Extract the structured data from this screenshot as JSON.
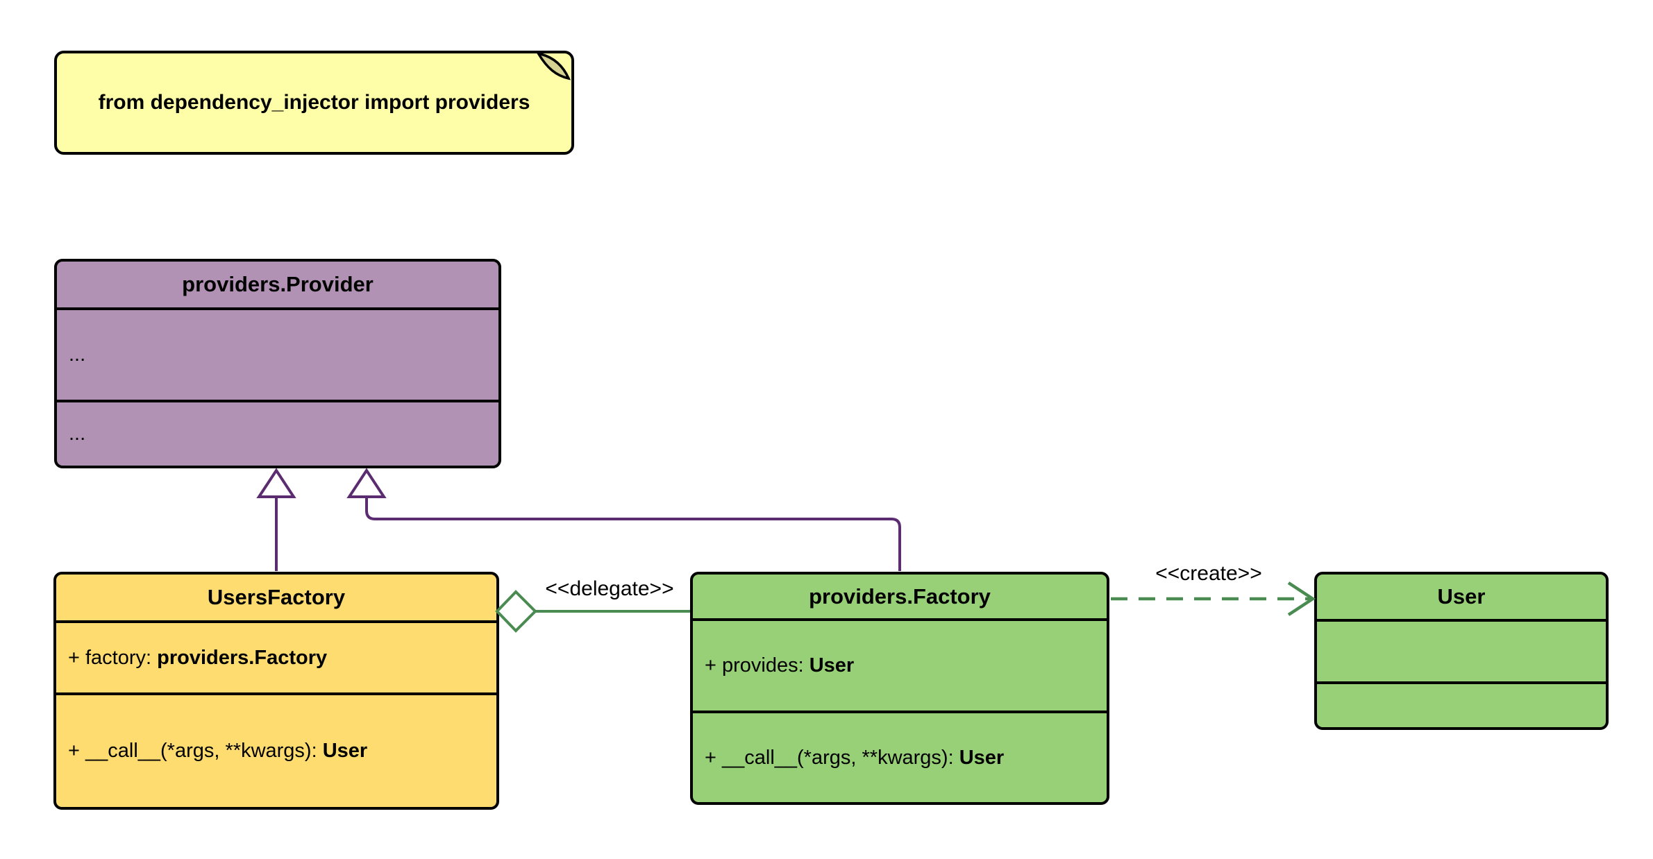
{
  "note": {
    "text": "from dependency_injector import providers"
  },
  "classes": {
    "provider": {
      "title": "providers.Provider",
      "sections": [
        "...",
        "..."
      ]
    },
    "users_factory": {
      "title": "UsersFactory",
      "attribute": {
        "label": "+ factory: ",
        "type": "providers.Factory"
      },
      "method": {
        "label": "+ __call__(*args, **kwargs): ",
        "type": "User"
      }
    },
    "factory": {
      "title": "providers.Factory",
      "attribute": {
        "label": "+ provides: ",
        "type": "User"
      },
      "method": {
        "label": "+ __call__(*args, **kwargs): ",
        "type": "User"
      }
    },
    "user": {
      "title": "User",
      "sections": [
        "",
        ""
      ]
    }
  },
  "edges": {
    "delegate": {
      "label": "<<delegate>>"
    },
    "create": {
      "label": "<<create>>"
    }
  },
  "colors": {
    "note_fill": "#FEFEA8",
    "note_fold": "#D6D292",
    "provider_fill": "#B192B5",
    "users_factory_fill": "#FEDC70",
    "factory_fill": "#97D077",
    "user_fill": "#97D077",
    "inheritance_edge": "#5B2C6F",
    "delegate_edge": "#4A8B51",
    "create_edge": "#4A8B51",
    "border": "#000000"
  }
}
